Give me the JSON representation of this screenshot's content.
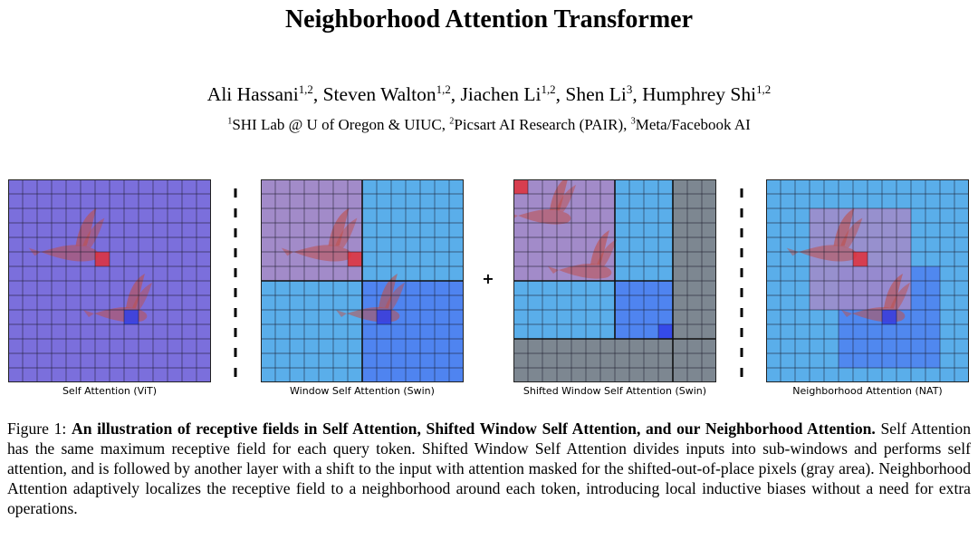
{
  "paper": {
    "title": "Neighborhood Attention Transformer",
    "authors": [
      {
        "name": "Ali Hassani",
        "affil": "1,2",
        "sep": ", "
      },
      {
        "name": "Steven Walton",
        "affil": "1,2",
        "sep": ", "
      },
      {
        "name": "Jiachen Li",
        "affil": "1,2",
        "sep": ", "
      },
      {
        "name": "Shen Li",
        "affil": "3",
        "sep": ", "
      },
      {
        "name": "Humphrey Shi",
        "affil": "1,2",
        "sep": ""
      }
    ],
    "affiliations": [
      {
        "num": "1",
        "text": "SHI Lab @ U of Oregon & UIUC",
        "sep": ", "
      },
      {
        "num": "2",
        "text": "Picsart AI Research (PAIR)",
        "sep": ", "
      },
      {
        "num": "3",
        "text": "Meta/Facebook AI",
        "sep": ""
      }
    ]
  },
  "figure": {
    "panels": [
      {
        "key": "vit",
        "label": "Self Attention (ViT)"
      },
      {
        "key": "swin",
        "label": "Window Self Attention (Swin)"
      },
      {
        "key": "shifted",
        "label": "Shifted Window Self Attention (Swin)"
      },
      {
        "key": "nat",
        "label": "Neighborhood Attention (NAT)"
      }
    ],
    "plus_symbol": "+",
    "grid_size": 14,
    "colors": {
      "vit_bg": "#7b6fdc",
      "window_light": "#5aaeea",
      "window_blue": "#4f84f0",
      "purple_window": "#a28bc9",
      "mask_gray": "#7d8791",
      "query_red": "#e0303a",
      "query_blue": "#3040e8",
      "bird_red": "#c0504a",
      "grid_line": "#1a1a2a"
    }
  },
  "caption": {
    "prefix": "Figure 1:",
    "bold": "An illustration of receptive fields in Self Attention, Shifted Window Self Attention, and our Neighborhood Attention.",
    "body": "Self Attention has the same maximum receptive field for each query token. Shifted Window Self Attention divides inputs into sub-windows and performs self attention, and is followed by another layer with a shift to the input with attention masked for the shifted-out-of-place pixels (gray area). Neighborhood Attention adaptively localizes the receptive field to a neighborhood around each token, introducing local inductive biases without a need for extra operations."
  }
}
